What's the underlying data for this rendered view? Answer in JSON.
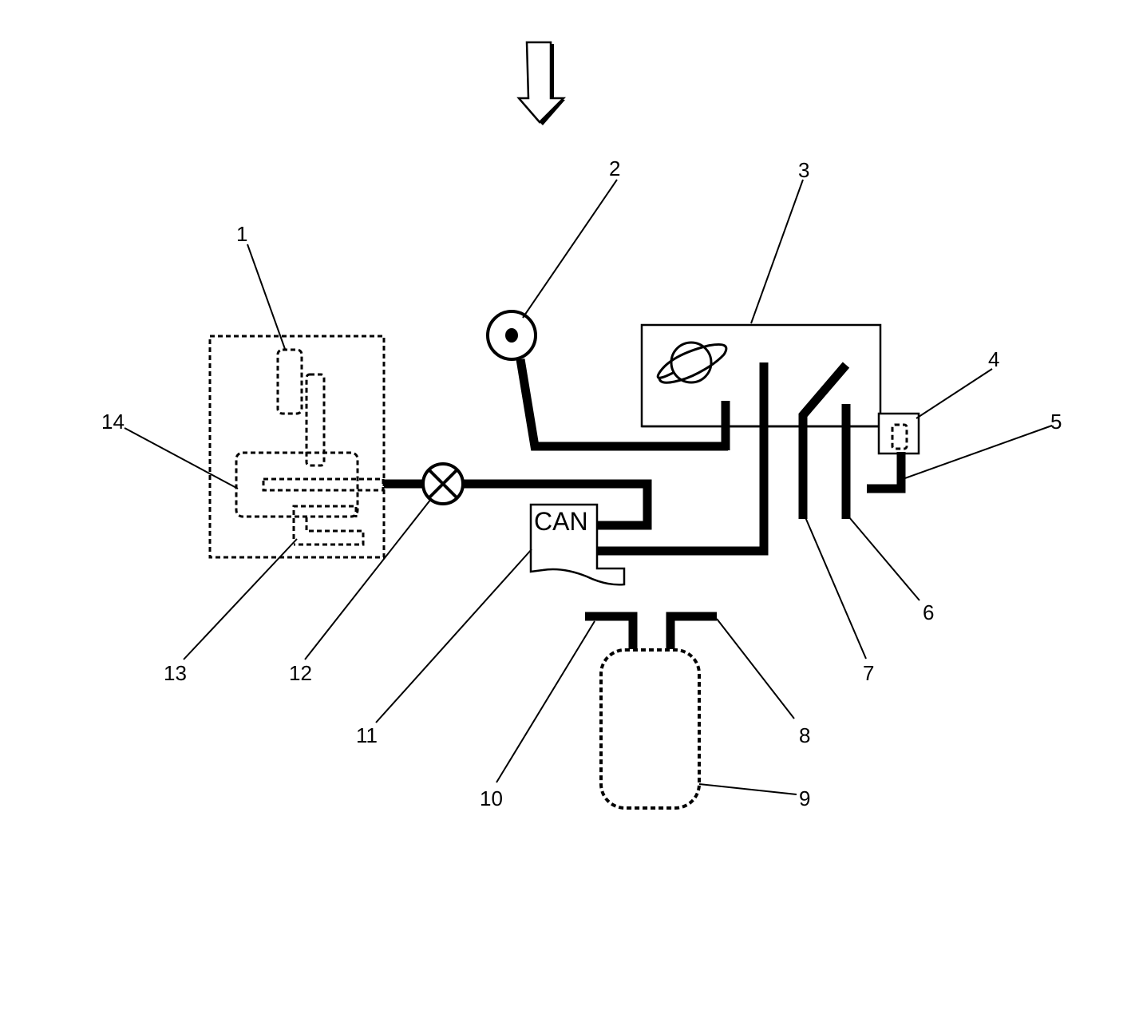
{
  "callouts": [
    {
      "id": "1",
      "label": "1"
    },
    {
      "id": "2",
      "label": "2"
    },
    {
      "id": "3",
      "label": "3"
    },
    {
      "id": "4",
      "label": "4"
    },
    {
      "id": "5",
      "label": "5"
    },
    {
      "id": "6",
      "label": "6"
    },
    {
      "id": "7",
      "label": "7"
    },
    {
      "id": "8",
      "label": "8"
    },
    {
      "id": "9",
      "label": "9"
    },
    {
      "id": "10",
      "label": "10"
    },
    {
      "id": "11",
      "label": "11"
    },
    {
      "id": "12",
      "label": "12"
    },
    {
      "id": "13",
      "label": "13"
    },
    {
      "id": "14",
      "label": "14"
    }
  ],
  "can_module": {
    "label": "CAN"
  },
  "colors": {
    "line": "#000000",
    "background": "#ffffff"
  }
}
